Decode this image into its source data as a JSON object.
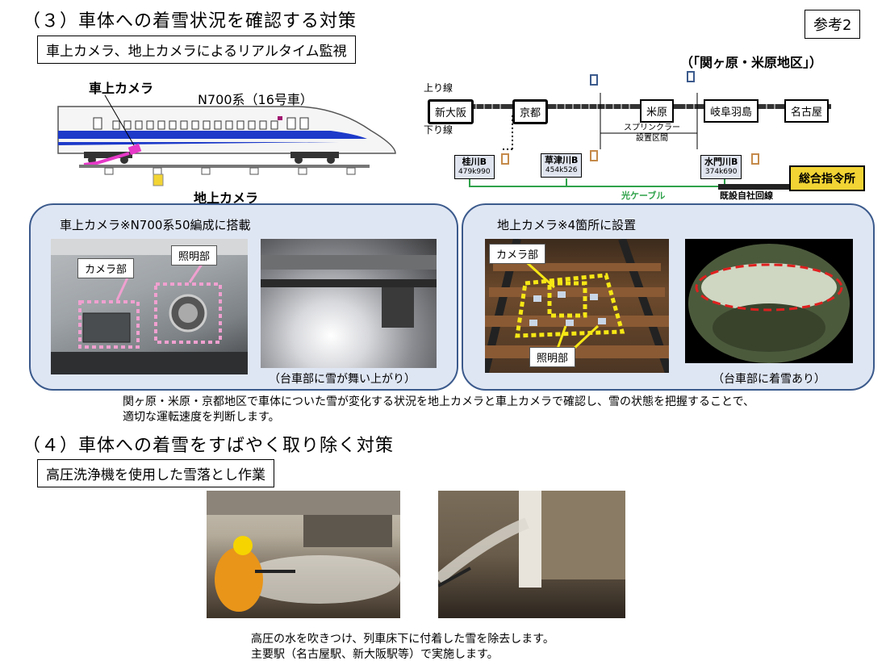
{
  "section3": {
    "title": "（３）車体への着雪状況を確認する対策",
    "subtitle": "車上カメラ、地上カメラによるリアルタイム監視",
    "ref_label": "参考2"
  },
  "train": {
    "onboard_camera_label": "車上カメラ",
    "model_label": "N700系（16号車）",
    "ground_camera_label": "地上カメラ"
  },
  "route_map": {
    "area_label": "（「関ヶ原・米原地区」）",
    "up_line": "上り線",
    "down_line": "下り線",
    "stations": [
      "新大阪",
      "京都",
      "米原",
      "岐阜羽島",
      "名古屋"
    ],
    "sprinkler_label_1": "スプリンクラー",
    "sprinkler_label_2": "設置区間",
    "substations": [
      {
        "name": "桂川B",
        "km": "479k990"
      },
      {
        "name": "草津川B",
        "km": "454k526"
      },
      {
        "name": "水門川B",
        "km": "374k690"
      }
    ],
    "fiber_cable": "光ケーブル",
    "existing_line": "既設自社回線",
    "command_center": "総合指令所"
  },
  "panel_left": {
    "title": "車上カメラ※N700系50編成に搭載",
    "label_camera": "カメラ部",
    "label_light": "照明部",
    "caption": "（台車部に雪が舞い上がり）"
  },
  "panel_right": {
    "title": "地上カメラ※4箇所に設置",
    "label_camera": "カメラ部",
    "label_light": "照明部",
    "caption": "（台車部に着雪あり）"
  },
  "description": {
    "line1": "関ヶ原・米原・京都地区で車体についた雪が変化する状況を地上カメラと車上カメラで確認し、雪の状態を把握することで、",
    "line2": "適切な運転速度を判断します。"
  },
  "section4": {
    "title": "（４）車体への着雪をすばやく取り除く対策",
    "subtitle": "高圧洗浄機を使用した雪落とし作業",
    "caption_line1": "高圧の水を吹きつけ、列車床下に付着した雪を除去します。",
    "caption_line2": "主要駅（名古屋駅、新大阪駅等）で実施します。"
  }
}
